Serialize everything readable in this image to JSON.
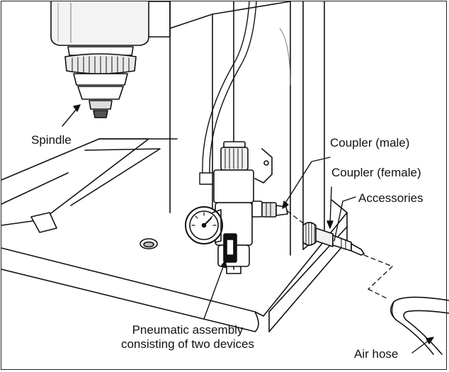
{
  "labels": {
    "spindle": "Spindle",
    "coupler_male": "Coupler (male)",
    "coupler_female": "Coupler (female)",
    "accessories": "Accessories",
    "pneumatic_line1": "Pneumatic assembly",
    "pneumatic_line2": "consisting of two devices",
    "air_hose": "Air hose"
  }
}
